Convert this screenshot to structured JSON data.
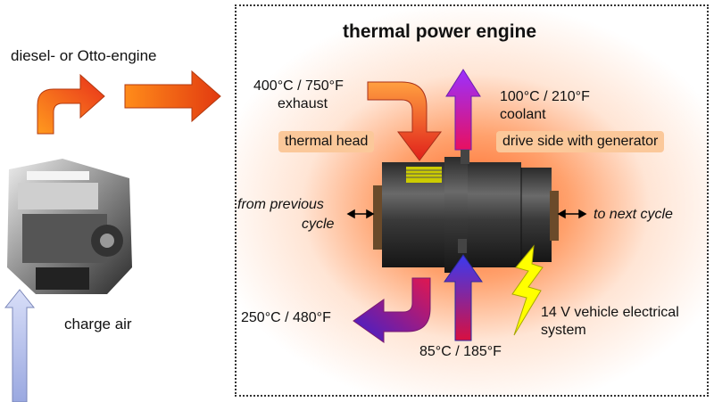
{
  "title": "thermal power engine",
  "left": {
    "engine_type": "diesel- or Otto-engine",
    "charge_air": "charge air"
  },
  "labels": {
    "exhaust_temp": "400°C / 750°F",
    "exhaust": "exhaust",
    "coolant_temp": "100°C / 210°F",
    "coolant": "coolant",
    "thermal_head": "thermal head",
    "drive_side": "drive side with generator",
    "from_previous_1": "from previous",
    "from_previous_2": "cycle",
    "to_next": "to next cycle",
    "return_temp": "250°C / 480°F",
    "inlet_temp": "85°C / 185°F",
    "electrical_1": "14 V vehicle electrical",
    "electrical_2": "system"
  },
  "colors": {
    "exhaust_arrow_top": "#ffa040",
    "exhaust_arrow_bottom": "#e0201a",
    "coolant_arrow_top": "#9b30ff",
    "coolant_arrow_bottom": "#e81060",
    "inlet_arrow_top": "#3a3af0",
    "inlet_arrow_bottom": "#d81040",
    "return_arrow_start": "#e01850",
    "return_arrow_end": "#3a20d0",
    "lightning": "#ffff00",
    "charge_air_arrow": "#b8c4ee",
    "heat_glow": "#ff5a14",
    "tag_background": "#fbc89a"
  }
}
